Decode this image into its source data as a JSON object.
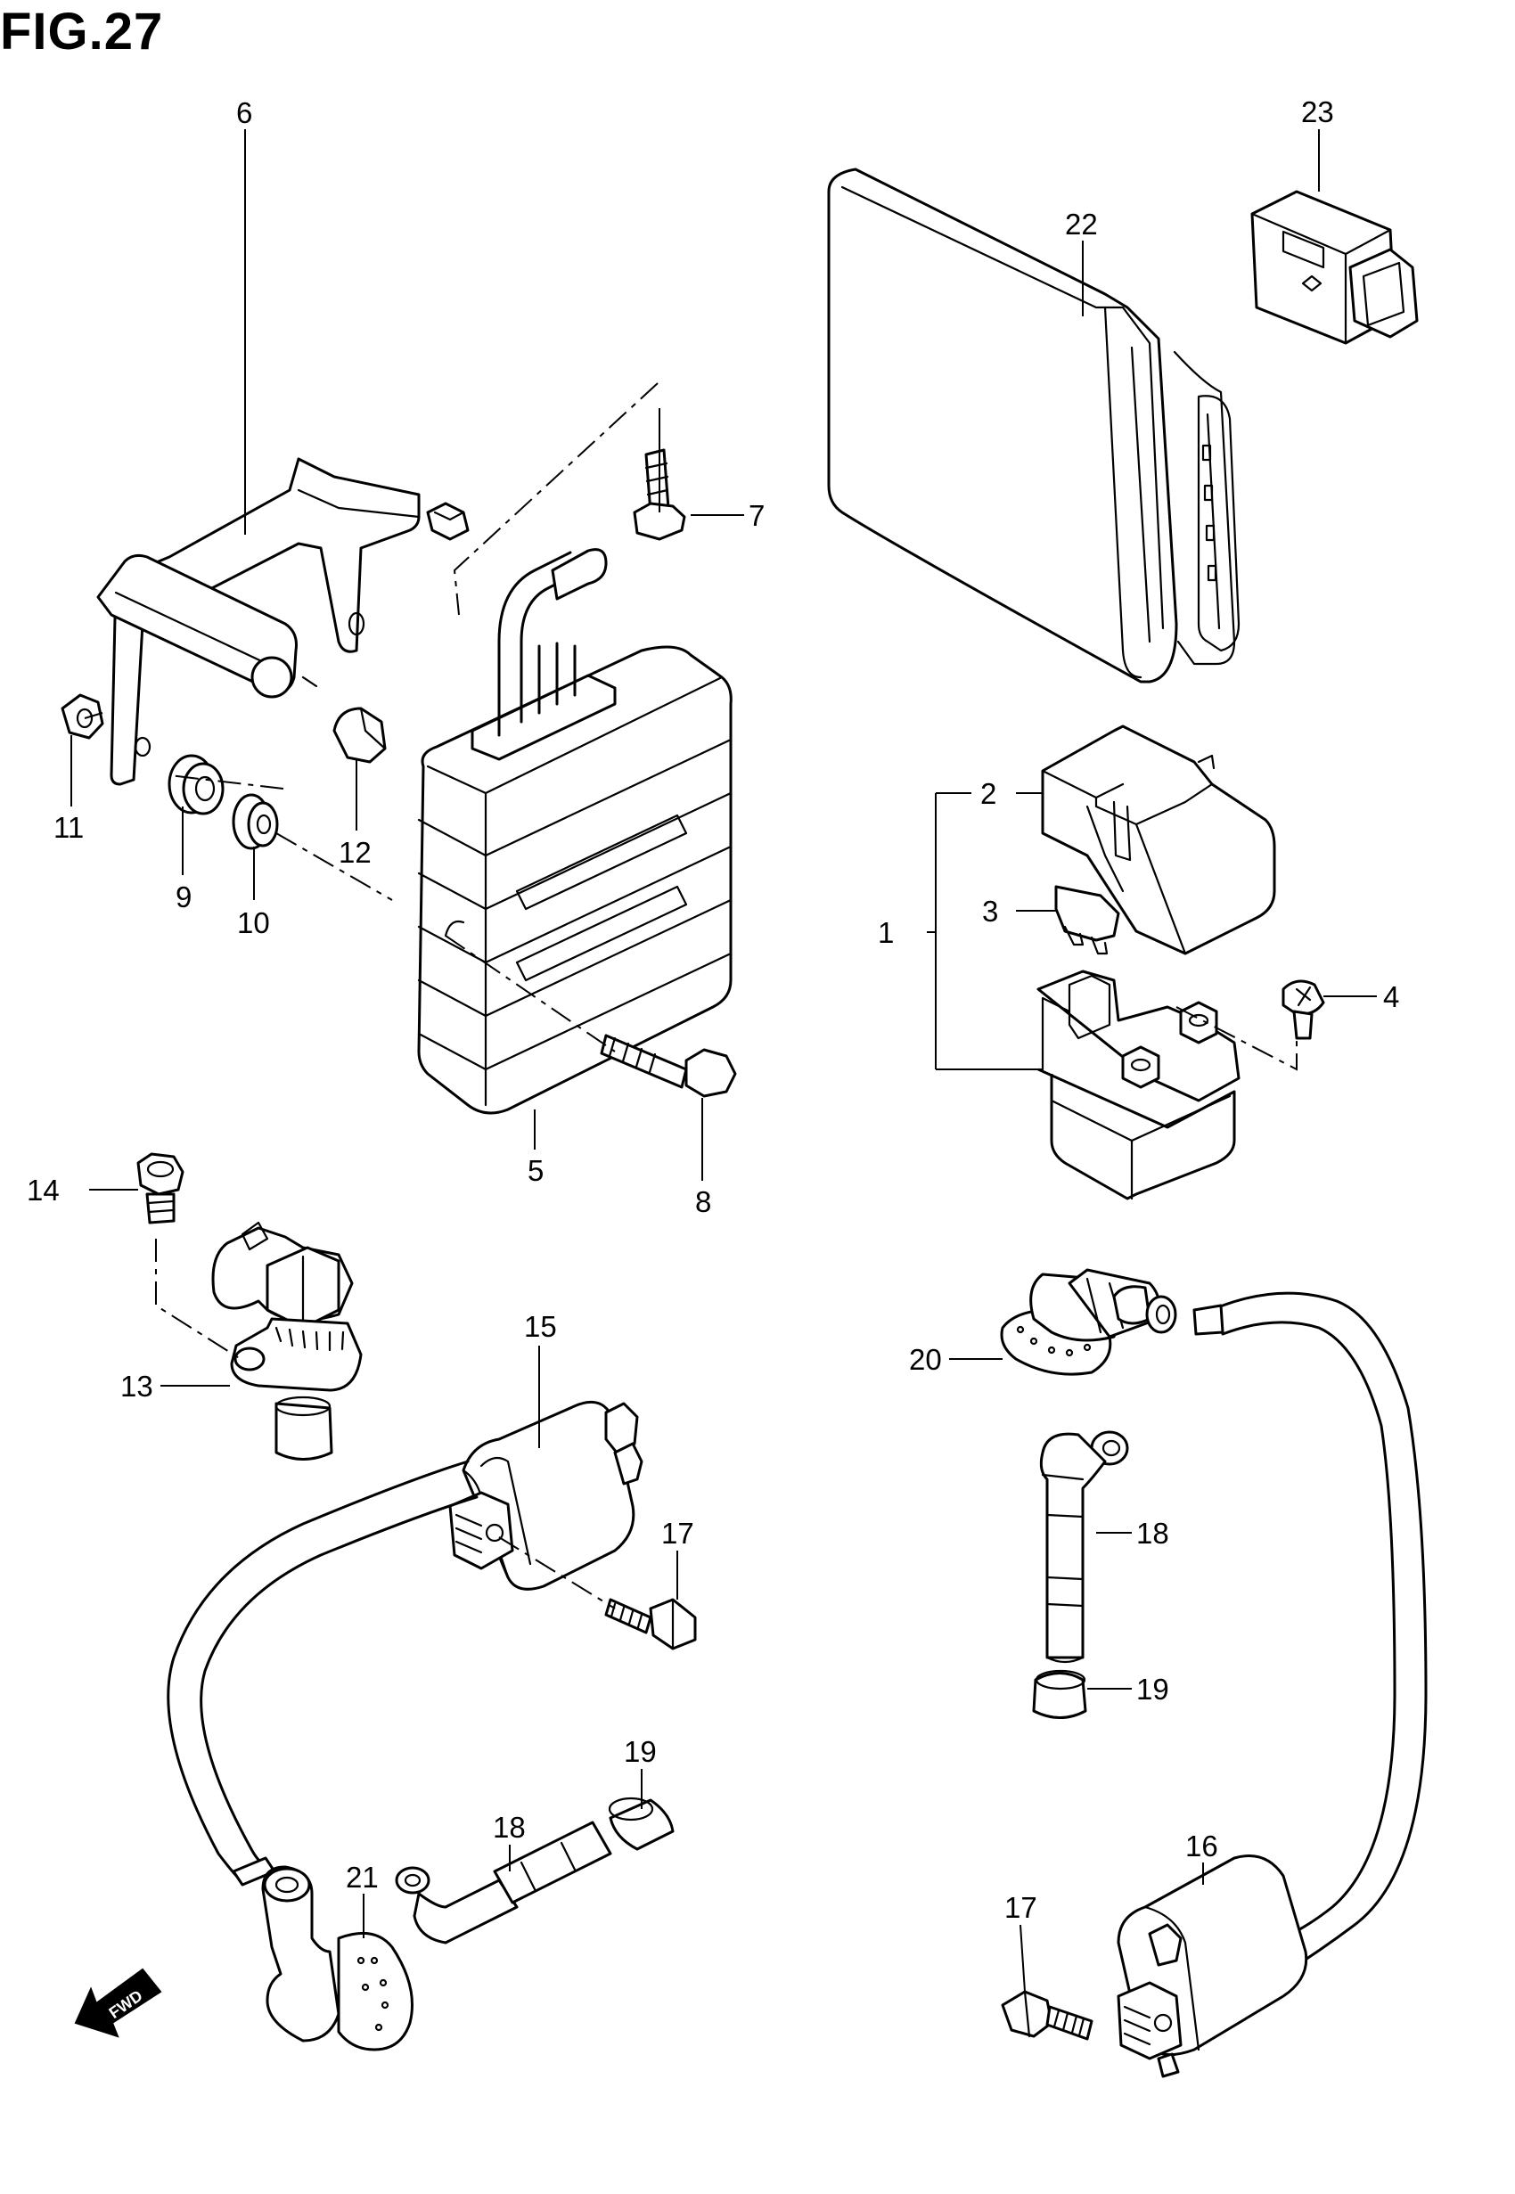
{
  "figure": {
    "title": "FIG.27"
  },
  "callouts": [
    {
      "id": "c1",
      "label": "1"
    },
    {
      "id": "c2",
      "label": "2"
    },
    {
      "id": "c3",
      "label": "3"
    },
    {
      "id": "c4",
      "label": "4"
    },
    {
      "id": "c5",
      "label": "5"
    },
    {
      "id": "c6",
      "label": "6"
    },
    {
      "id": "c7",
      "label": "7"
    },
    {
      "id": "c8",
      "label": "8"
    },
    {
      "id": "c9",
      "label": "9"
    },
    {
      "id": "c10",
      "label": "10"
    },
    {
      "id": "c11",
      "label": "11"
    },
    {
      "id": "c12",
      "label": "12"
    },
    {
      "id": "c13",
      "label": "13"
    },
    {
      "id": "c14",
      "label": "14"
    },
    {
      "id": "c15",
      "label": "15"
    },
    {
      "id": "c16",
      "label": "16"
    },
    {
      "id": "c17a",
      "label": "17"
    },
    {
      "id": "c17b",
      "label": "17"
    },
    {
      "id": "c18a",
      "label": "18"
    },
    {
      "id": "c18b",
      "label": "18"
    },
    {
      "id": "c19a",
      "label": "19"
    },
    {
      "id": "c19b",
      "label": "19"
    },
    {
      "id": "c20",
      "label": "20"
    },
    {
      "id": "c21",
      "label": "21"
    },
    {
      "id": "c22",
      "label": "22"
    },
    {
      "id": "c23",
      "label": "23"
    }
  ],
  "direction_marker": {
    "label": "FWD",
    "icon": "forward-arrow-icon"
  }
}
